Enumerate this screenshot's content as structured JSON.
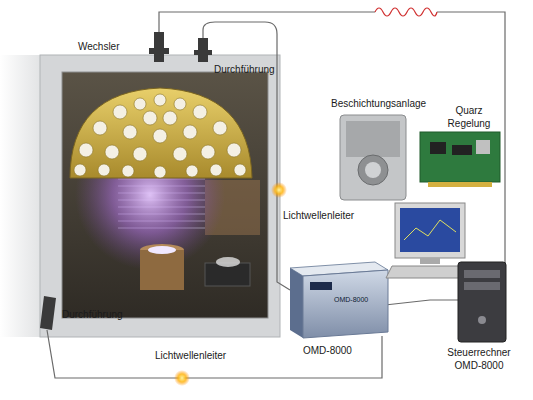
{
  "diagram": {
    "labels": [
      "Wechsler",
      "Durchführung",
      "Beschichtungsanlage",
      "Quarz Regelung",
      "Lichtwellenleiter",
      "Durchführung",
      "OMD-8000",
      "OMD-8000",
      "Lichtwellenleiter",
      "Steuerrechner OMD-8000"
    ]
  }
}
